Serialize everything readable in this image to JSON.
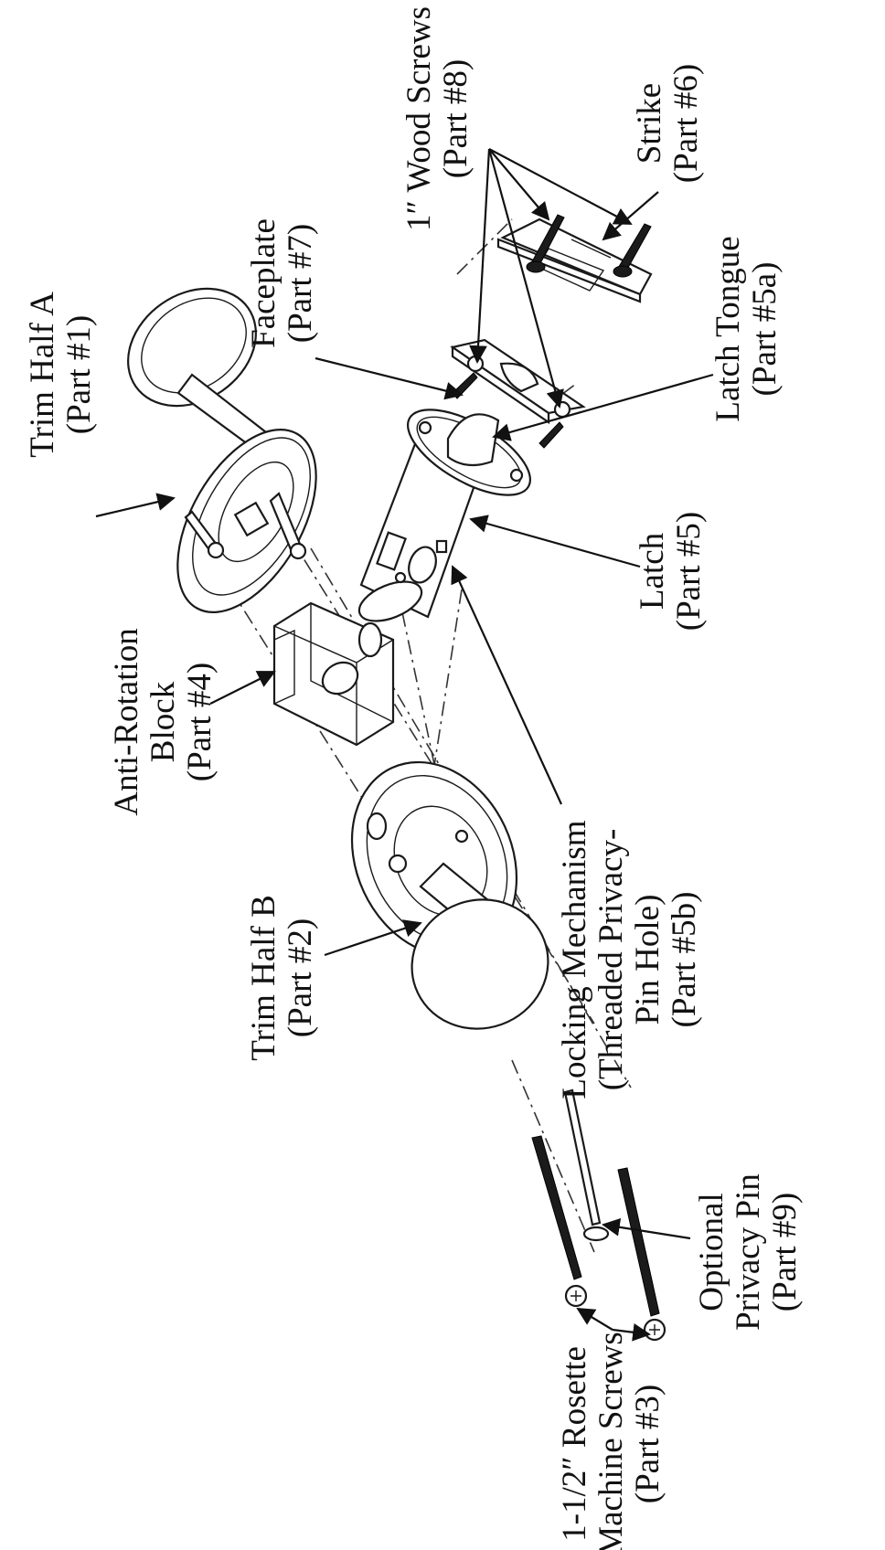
{
  "labels": {
    "wood_screws": [
      "1″ Wood Screws",
      "(Part #8)"
    ],
    "strike": [
      "Strike",
      "(Part #6)"
    ],
    "faceplate": [
      "Faceplate",
      "(Part #7)"
    ],
    "latch_tongue": [
      "Latch Tongue",
      "(Part #5a)"
    ],
    "trim_half_a": [
      "Trim Half A",
      "(Part #1)"
    ],
    "latch": [
      "Latch",
      "(Part #5)"
    ],
    "anti_rotation": [
      "Anti-Rotation",
      "Block",
      "(Part #4)"
    ],
    "locking_mechanism": [
      "Locking Mechanism",
      "(Threaded Privacy-",
      "Pin Hole)",
      "(Part #5b)"
    ],
    "trim_half_b": [
      "Trim Half B",
      "(Part #2)"
    ],
    "privacy_pin": [
      "Optional",
      "Privacy Pin",
      "(Part #9)"
    ],
    "rosette_screws": [
      "1-1/2″ Rosette",
      "Machine Screws",
      "(Part #3)"
    ]
  }
}
